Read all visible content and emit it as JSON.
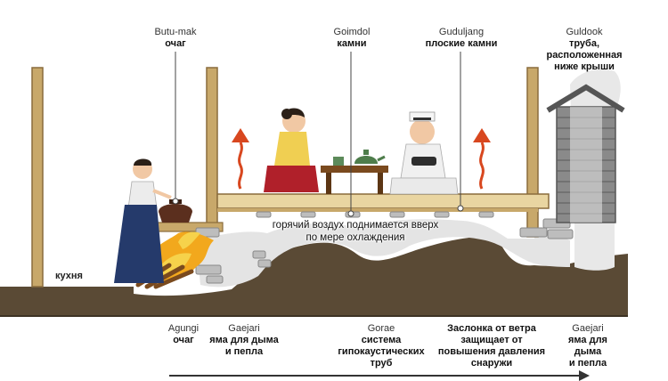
{
  "labels": {
    "butumak": {
      "en": "Butu-mak",
      "ru": "очаг"
    },
    "goimdol": {
      "en": "Goimdol",
      "ru": "камни"
    },
    "guduljang": {
      "en": "Guduljang",
      "ru": "плоские камни"
    },
    "guldook": {
      "en": "Guldook",
      "ru1": "труба,",
      "ru2": "расположенная",
      "ru3": "ниже крыши"
    },
    "kitchen": "кухня",
    "hot_air1": "горячий воздух поднимается вверх",
    "hot_air2": "по мере охлаждения",
    "agungi": {
      "en": "Agungi",
      "ru": "очаг"
    },
    "gaejari_left": {
      "en": "Gaejari",
      "ru1": "яма для дыма",
      "ru2": "и пепла"
    },
    "gorae": {
      "en": "Gorae",
      "ru1": "система",
      "ru2": "гипокаустических",
      "ru3": "труб"
    },
    "damper": {
      "ru1": "Заслонка от ветра",
      "ru2": "защищает от",
      "ru3": "повышения давления",
      "ru4": "снаружи"
    },
    "gaejari_right": {
      "en": "Gaejari",
      "ru1": "яма для",
      "ru2": "дыма",
      "ru3": "и пепла"
    }
  },
  "colors": {
    "ground": "#5a4a35",
    "ground_light": "#6f5c43",
    "wood": "#c8a86a",
    "wood_dark": "#8a6c3c",
    "floor": "#e9d5a1",
    "stone": "#bdbdbd",
    "smoke": "#e4e4e4",
    "fire": "#f2a81d",
    "arrow": "#d8471f",
    "chimney": "#6e6e6e"
  }
}
